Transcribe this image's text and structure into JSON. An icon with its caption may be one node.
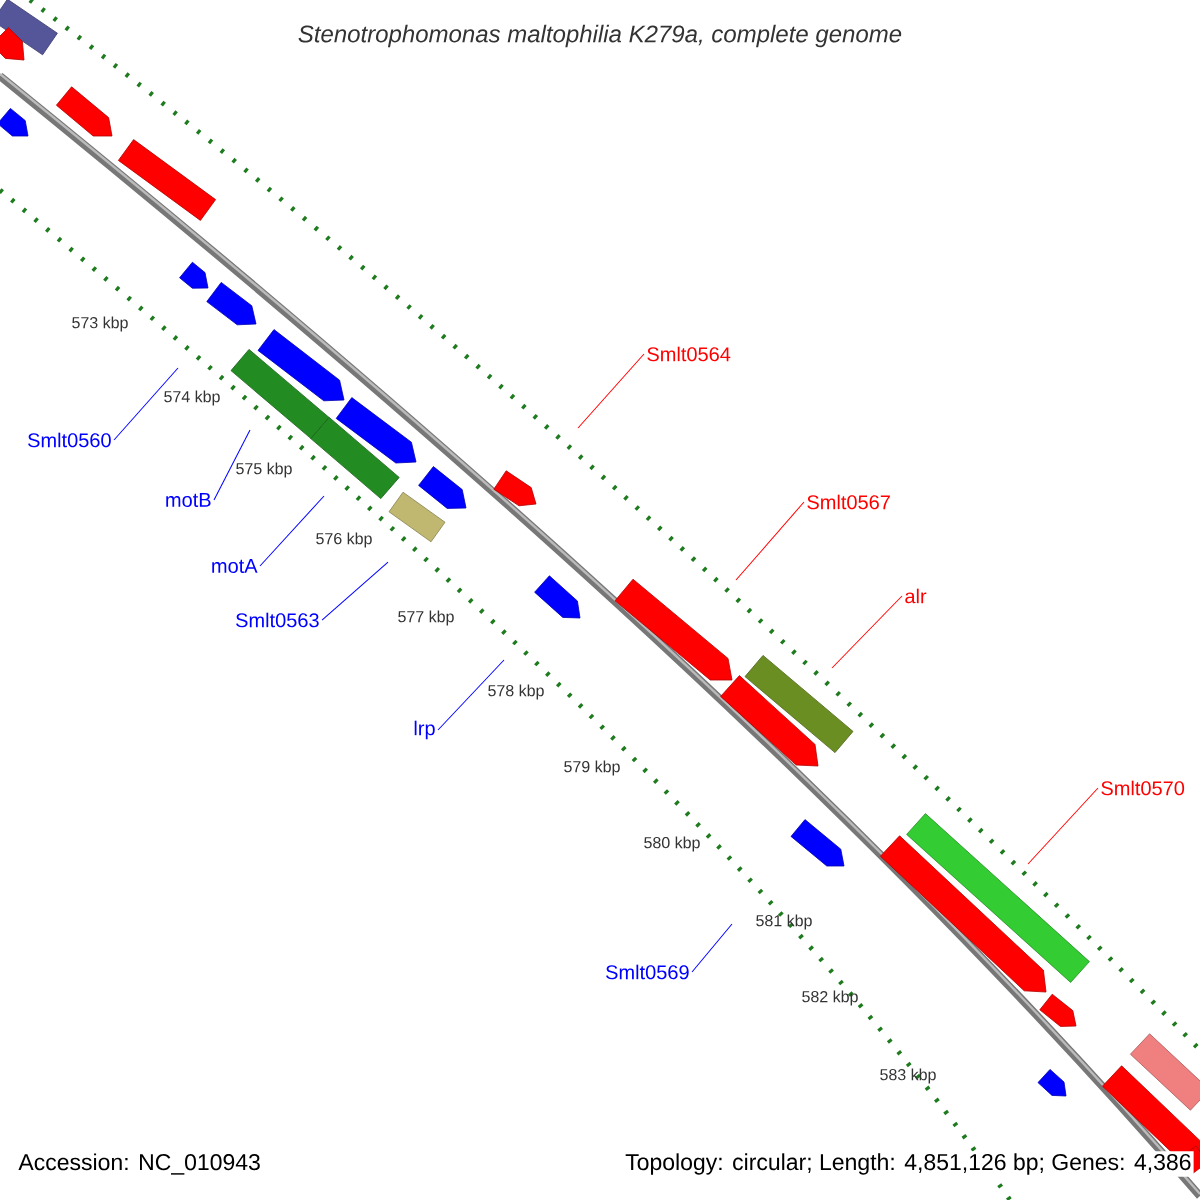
{
  "diagram": {
    "title": "Stenotrophomonas maltophilia K279a, complete genome",
    "nodes": [
      {
        "text": [
          "Smlt0564"
        ]
      },
      {
        "text": [
          "Smlt0560"
        ]
      },
      {
        "text": [
          "motB"
        ]
      },
      {
        "text": [
          "motA"
        ]
      },
      {
        "text": [
          "Smlt0567"
        ]
      },
      {
        "text": [
          "Smlt0563"
        ]
      },
      {
        "text": [
          "alr"
        ]
      },
      {
        "text": [
          "lrp"
        ]
      },
      {
        "text": [
          "Smlt0570"
        ]
      },
      {
        "text": [
          "Smlt0569"
        ]
      }
    ],
    "edges": [
      {
        "from": 0,
        "to": null,
        "arrow": "none",
        "color": "#ff0000"
      },
      {
        "from": 1,
        "to": null,
        "arrow": "none"
      },
      {
        "from": 2,
        "to": null,
        "arrow": "none"
      },
      {
        "from": 3,
        "to": null,
        "arrow": "none"
      },
      {
        "from": 4,
        "to": null,
        "arrow": "none",
        "color": "#ff0000"
      },
      {
        "from": 5,
        "to": null,
        "arrow": "none"
      },
      {
        "from": 6,
        "to": null,
        "arrow": "none",
        "color": "#ff0000"
      },
      {
        "from": 7,
        "to": null,
        "arrow": "none"
      },
      {
        "from": 8,
        "to": null,
        "arrow": "none",
        "color": "#ff0000"
      },
      {
        "from": 9,
        "to": null,
        "arrow": "none"
      }
    ],
    "labels": [
      "573 kbp",
      "574 kbp",
      "575 kbp",
      "576 kbp",
      "577 kbp",
      "578 kbp",
      "579 kbp",
      "580 kbp",
      "581 kbp",
      "582 kbp",
      "583 kbp",
      "Accession: NC_010943",
      "Topology: circular; Length: 4,851,126 bp; Genes: 4,386"
    ]
  }
}
